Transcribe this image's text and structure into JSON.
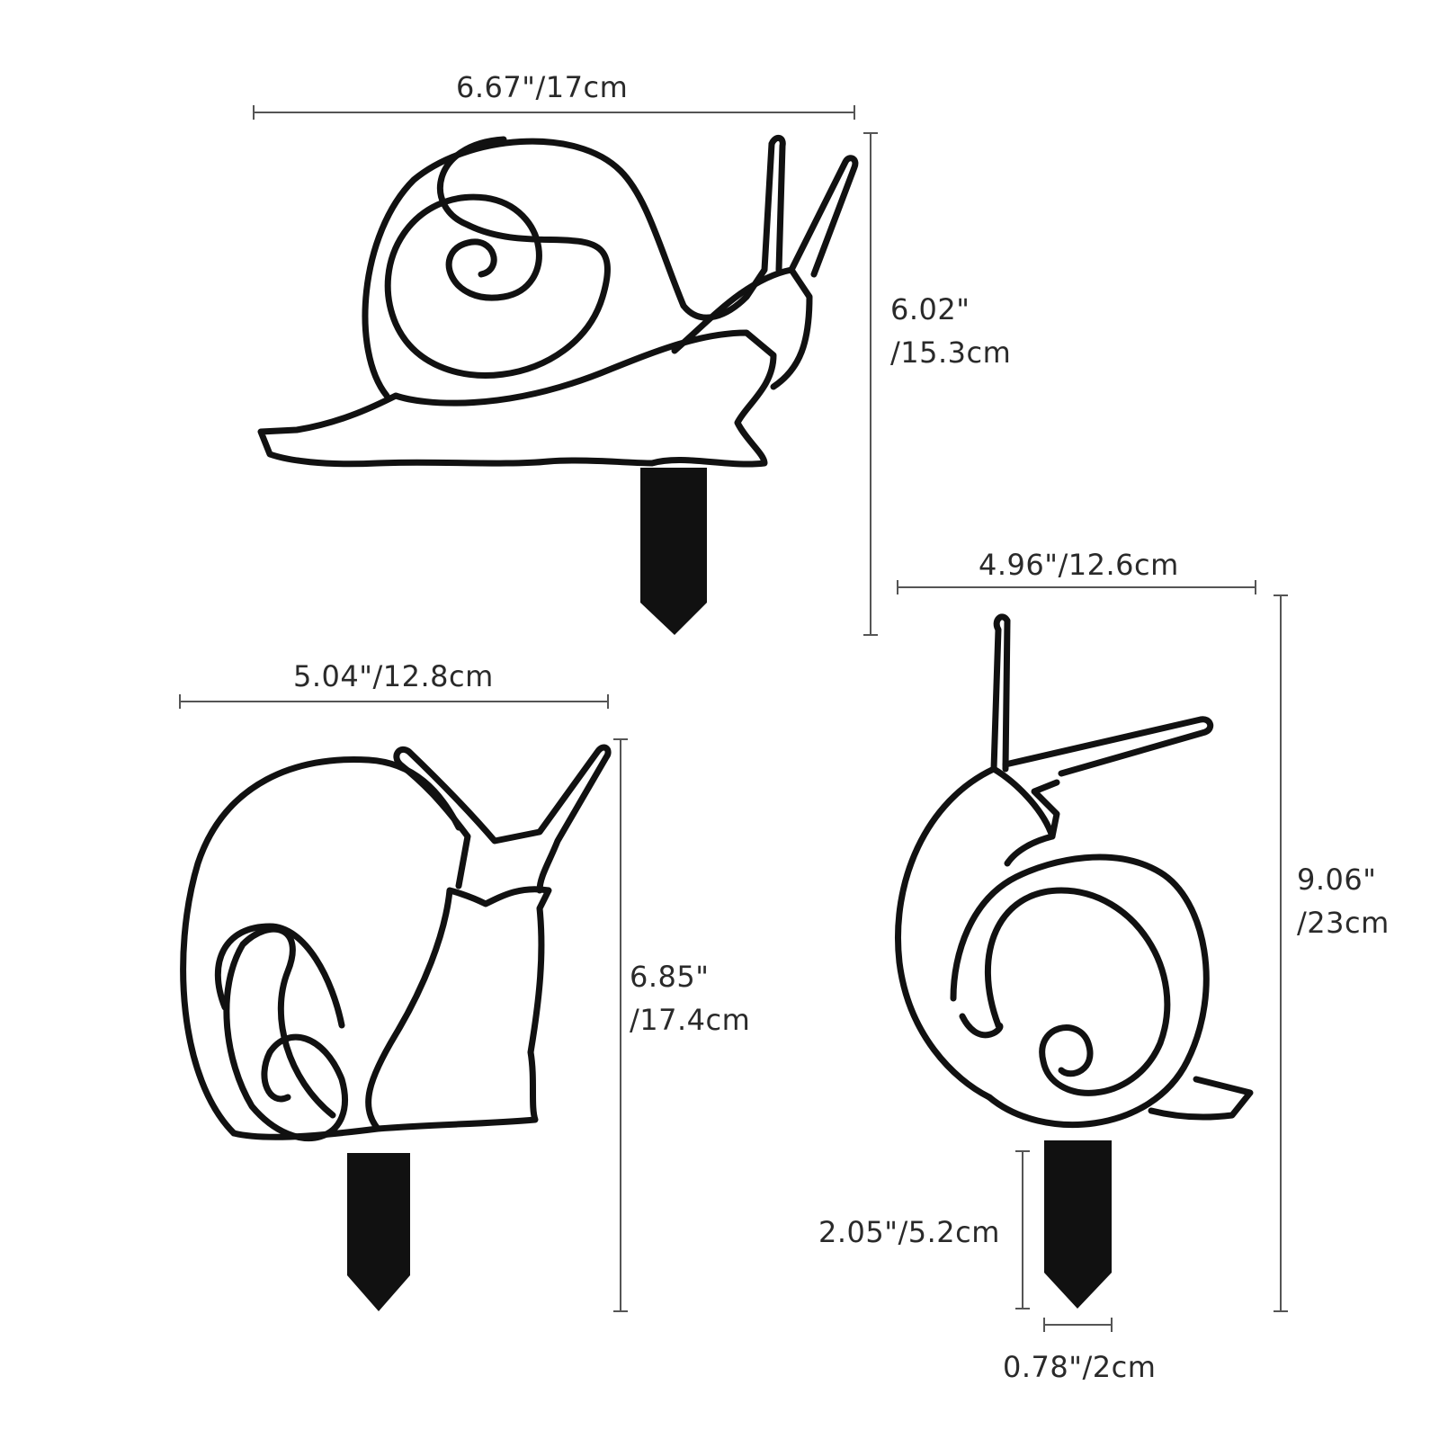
{
  "products": [
    {
      "id": "snail-1",
      "width_label": "6.67\"/17cm",
      "height_label_line1": "6.02\"",
      "height_label_line2": "/15.3cm"
    },
    {
      "id": "snail-2",
      "width_label": "5.04\"/12.8cm",
      "height_label_line1": "6.85\"",
      "height_label_line2": "/17.4cm"
    },
    {
      "id": "snail-3",
      "width_label": "4.96\"/12.6cm",
      "height_label_line1": "9.06\"",
      "height_label_line2": "/23cm",
      "stake_height_label": "2.05\"/5.2cm",
      "stake_width_label": "0.78\"/2cm"
    }
  ],
  "colors": {
    "silhouette": "#111111",
    "dimension_line": "#555555",
    "background": "#ffffff"
  },
  "icons": [
    "snail-garden-stake-silhouette"
  ]
}
